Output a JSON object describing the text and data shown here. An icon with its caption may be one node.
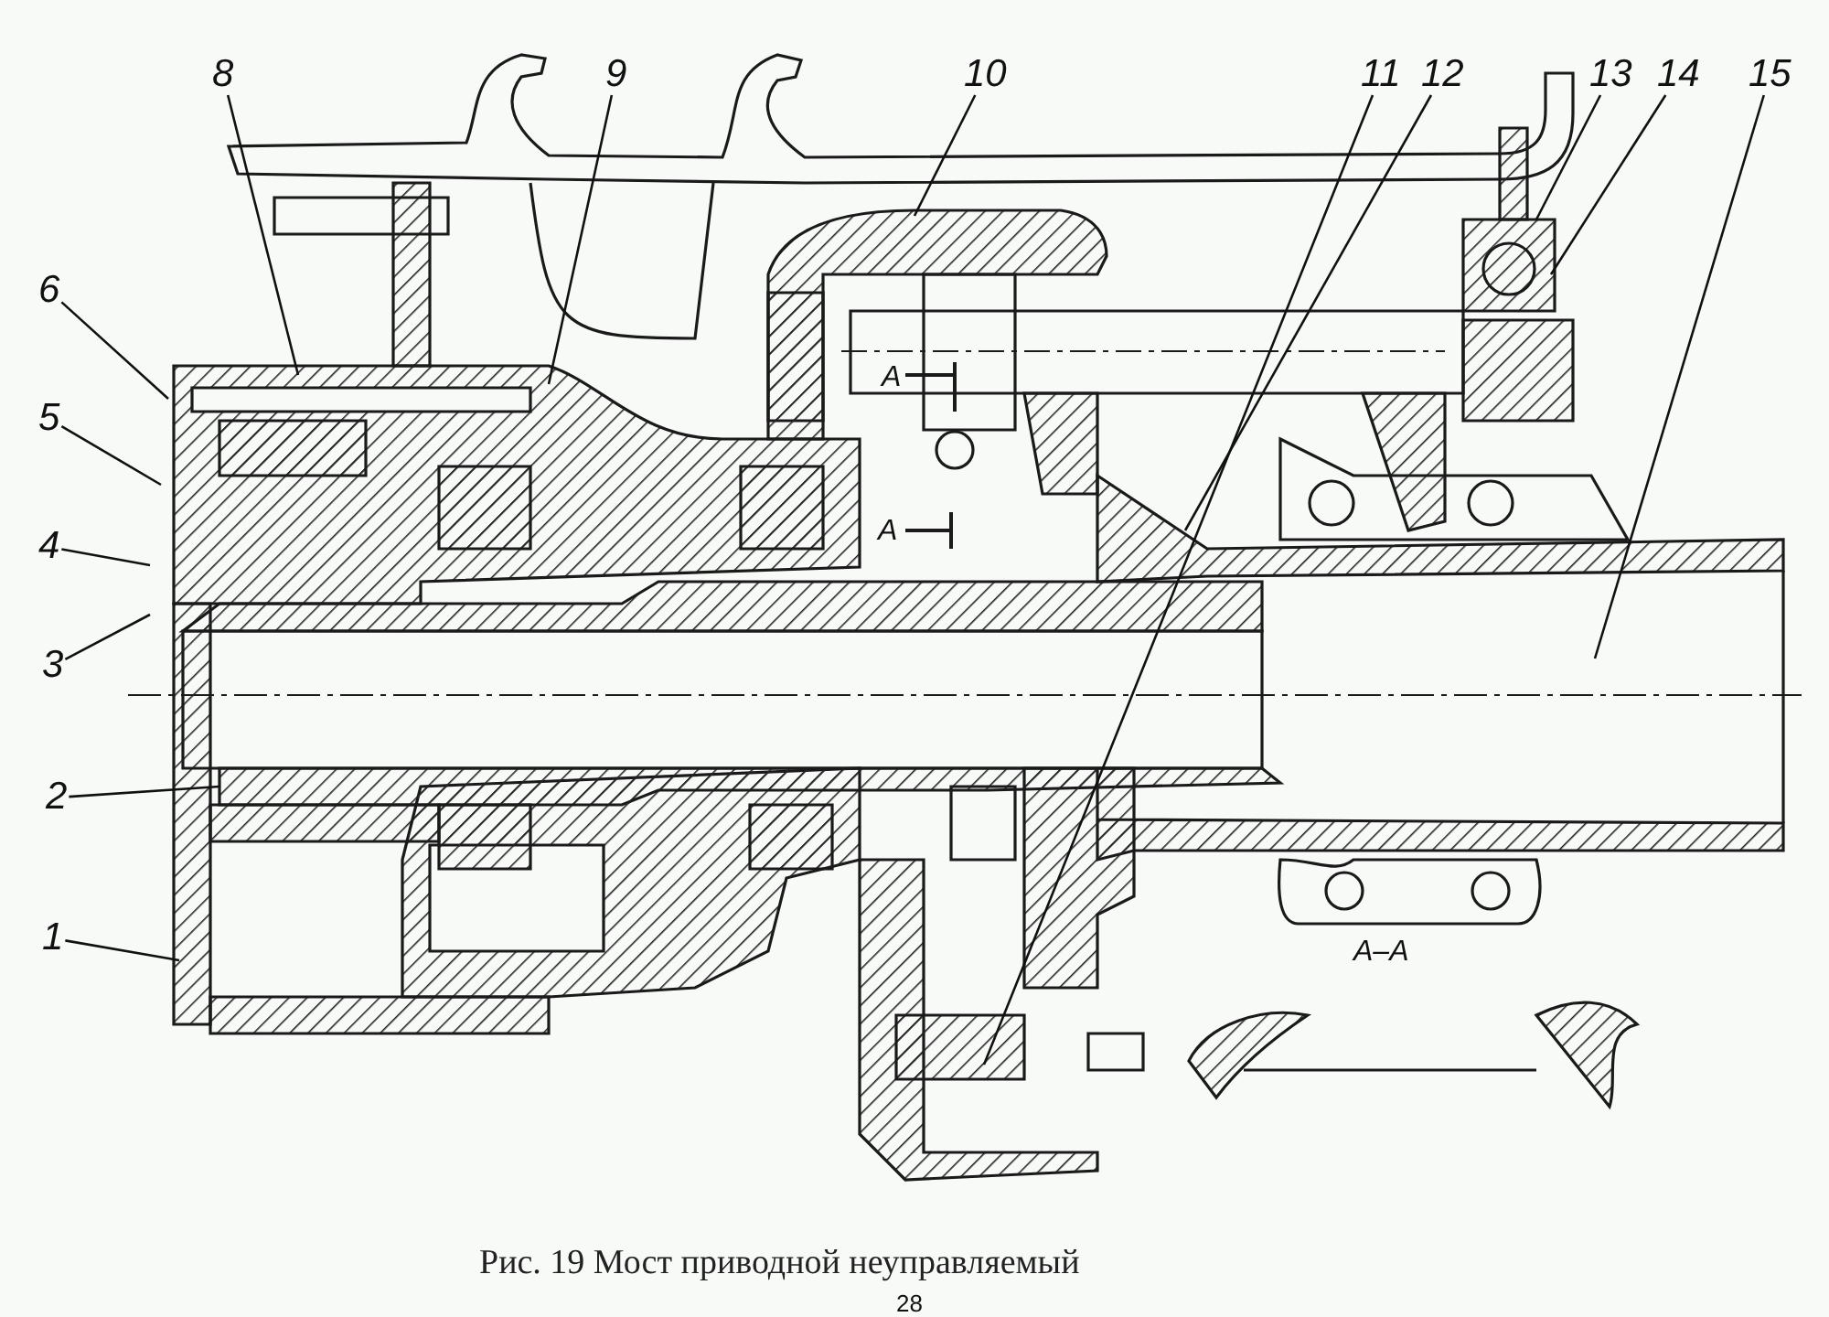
{
  "diagram": {
    "caption": "Рис. 19 Мост приводной неуправляемый",
    "nodes": [
      {
        "text": [
          "1"
        ]
      },
      {
        "text": [
          "2"
        ]
      },
      {
        "text": [
          "3"
        ]
      },
      {
        "text": [
          "4"
        ]
      },
      {
        "text": [
          "5"
        ]
      },
      {
        "text": [
          "6"
        ]
      },
      {
        "text": [
          "8"
        ]
      },
      {
        "text": [
          "9"
        ]
      },
      {
        "text": [
          "10"
        ]
      },
      {
        "text": [
          "11"
        ]
      },
      {
        "text": [
          "12"
        ]
      },
      {
        "text": [
          "13"
        ]
      },
      {
        "text": [
          "14"
        ]
      },
      {
        "text": [
          "15"
        ]
      }
    ],
    "edges": [
      {
        "from": 0,
        "to": null,
        "arrow": "none"
      },
      {
        "from": 1,
        "to": null,
        "arrow": "none"
      },
      {
        "from": 2,
        "to": null,
        "arrow": "none"
      },
      {
        "from": 3,
        "to": null,
        "arrow": "none"
      },
      {
        "from": 4,
        "to": null,
        "arrow": "none"
      },
      {
        "from": 5,
        "to": null,
        "arrow": "none"
      },
      {
        "from": 6,
        "to": null,
        "arrow": "none"
      },
      {
        "from": 7,
        "to": null,
        "arrow": "none"
      },
      {
        "from": 8,
        "to": null,
        "arrow": "none"
      },
      {
        "from": 9,
        "to": null,
        "arrow": "none"
      },
      {
        "from": 10,
        "to": null,
        "arrow": "none"
      },
      {
        "from": 11,
        "to": null,
        "arrow": "none"
      },
      {
        "from": 12,
        "to": null,
        "arrow": "none"
      },
      {
        "from": 13,
        "to": null,
        "arrow": "none"
      }
    ],
    "labels": [
      "А",
      "А",
      "А–А",
      "28"
    ]
  }
}
